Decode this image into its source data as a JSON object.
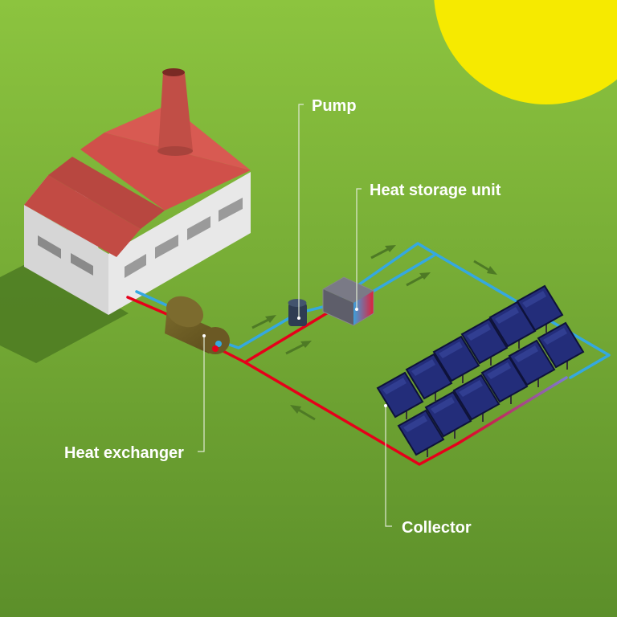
{
  "labels": {
    "pump": "Pump",
    "heat_storage": "Heat storage unit",
    "heat_exchanger": "Heat exchanger",
    "collector": "Collector"
  },
  "colors": {
    "background_top": "#8cc43f",
    "background_bottom": "#5c8f2a",
    "sun": "#f6ea00",
    "hot_pipe": "#e6001a",
    "cold_pipe": "#35a8e0",
    "flow_arrow": "#4e7a25",
    "roof": "#d0504a",
    "wall": "#e1e1e1",
    "panel": "#232d7a",
    "exchanger": "#6d5a22",
    "pump": "#2e3c52"
  },
  "icons": [
    "factory-icon",
    "sun-icon",
    "pump-icon",
    "heat-storage-icon",
    "heat-exchanger-icon",
    "solar-collector-icon",
    "flow-arrow-icon"
  ]
}
